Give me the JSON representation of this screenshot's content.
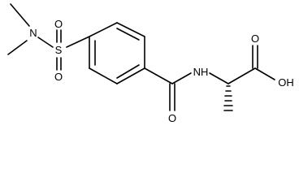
{
  "molecule": {
    "atoms": {
      "n_dimethyl": "N",
      "sulfur": "S",
      "sulfonyl_o_top": "O",
      "sulfonyl_o_bottom": "O",
      "amide_nh": "NH",
      "amide_o": "O",
      "acid_o": "O",
      "acid_oh": "OH"
    }
  }
}
